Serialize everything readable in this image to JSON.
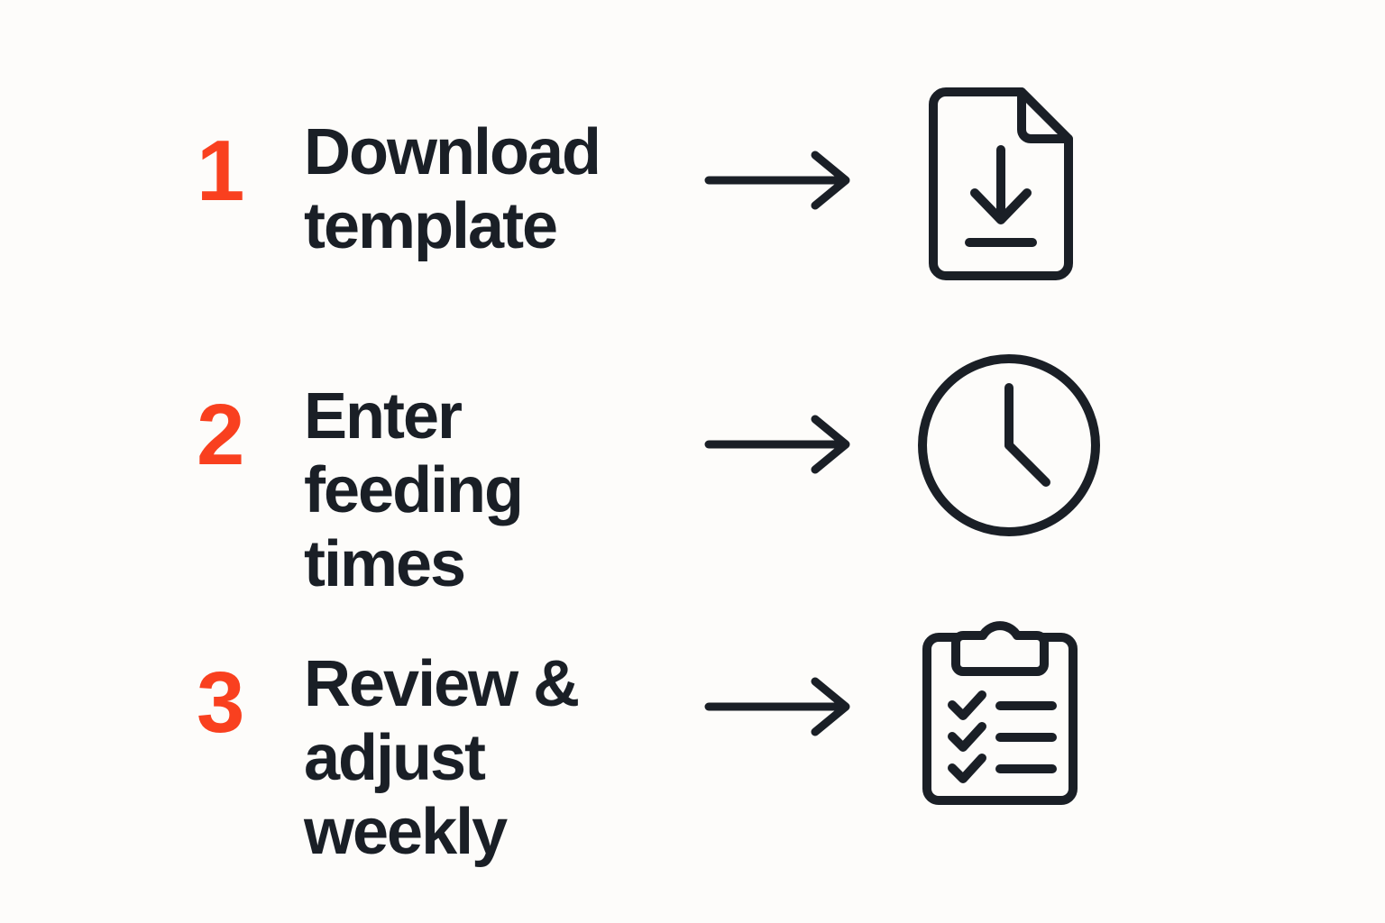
{
  "page": {
    "background_color": "#FDFCFA",
    "text_color": "#1A1F26",
    "accent_color": "#F9401F",
    "type": "numbered-step-instructions"
  },
  "steps": [
    {
      "number": "1",
      "label": "Download\ntemplate",
      "arrow_icon": "arrow-right-icon",
      "icon": "document-download-icon"
    },
    {
      "number": "2",
      "label": "Enter\nfeeding times",
      "arrow_icon": "arrow-right-icon",
      "icon": "clock-icon"
    },
    {
      "number": "3",
      "label": "Review &\nadjust weekly",
      "arrow_icon": "arrow-right-icon",
      "icon": "clipboard-checklist-icon"
    }
  ]
}
